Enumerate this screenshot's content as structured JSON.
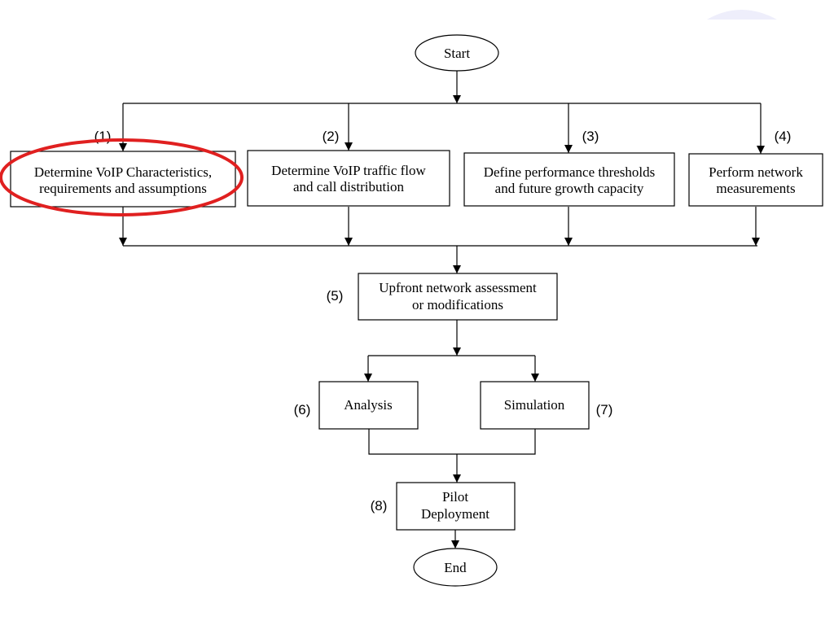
{
  "diagram": {
    "start_label": "Start",
    "end_label": "End",
    "highlight_color": "#e02020",
    "blob_color": "#eeeefb",
    "nodes": {
      "n1": {
        "step": "(1)",
        "lines": [
          "Determine VoIP Characteristics,",
          "requirements and assumptions"
        ]
      },
      "n2": {
        "step": "(2)",
        "lines": [
          "Determine VoIP traffic flow",
          "and call distribution"
        ]
      },
      "n3": {
        "step": "(3)",
        "lines": [
          "Define performance thresholds",
          "and future growth capacity"
        ]
      },
      "n4": {
        "step": "(4)",
        "lines": [
          "Perform network",
          "measurements"
        ]
      },
      "n5": {
        "step": "(5)",
        "lines": [
          "Upfront network assessment",
          "or modifications"
        ]
      },
      "n6": {
        "step": "(6)",
        "lines": [
          "Analysis"
        ]
      },
      "n7": {
        "step": "(7)",
        "lines": [
          "Simulation"
        ]
      },
      "n8": {
        "step": "(8)",
        "lines": [
          "Pilot",
          "Deployment"
        ]
      }
    },
    "highlighted_node": "n1"
  }
}
